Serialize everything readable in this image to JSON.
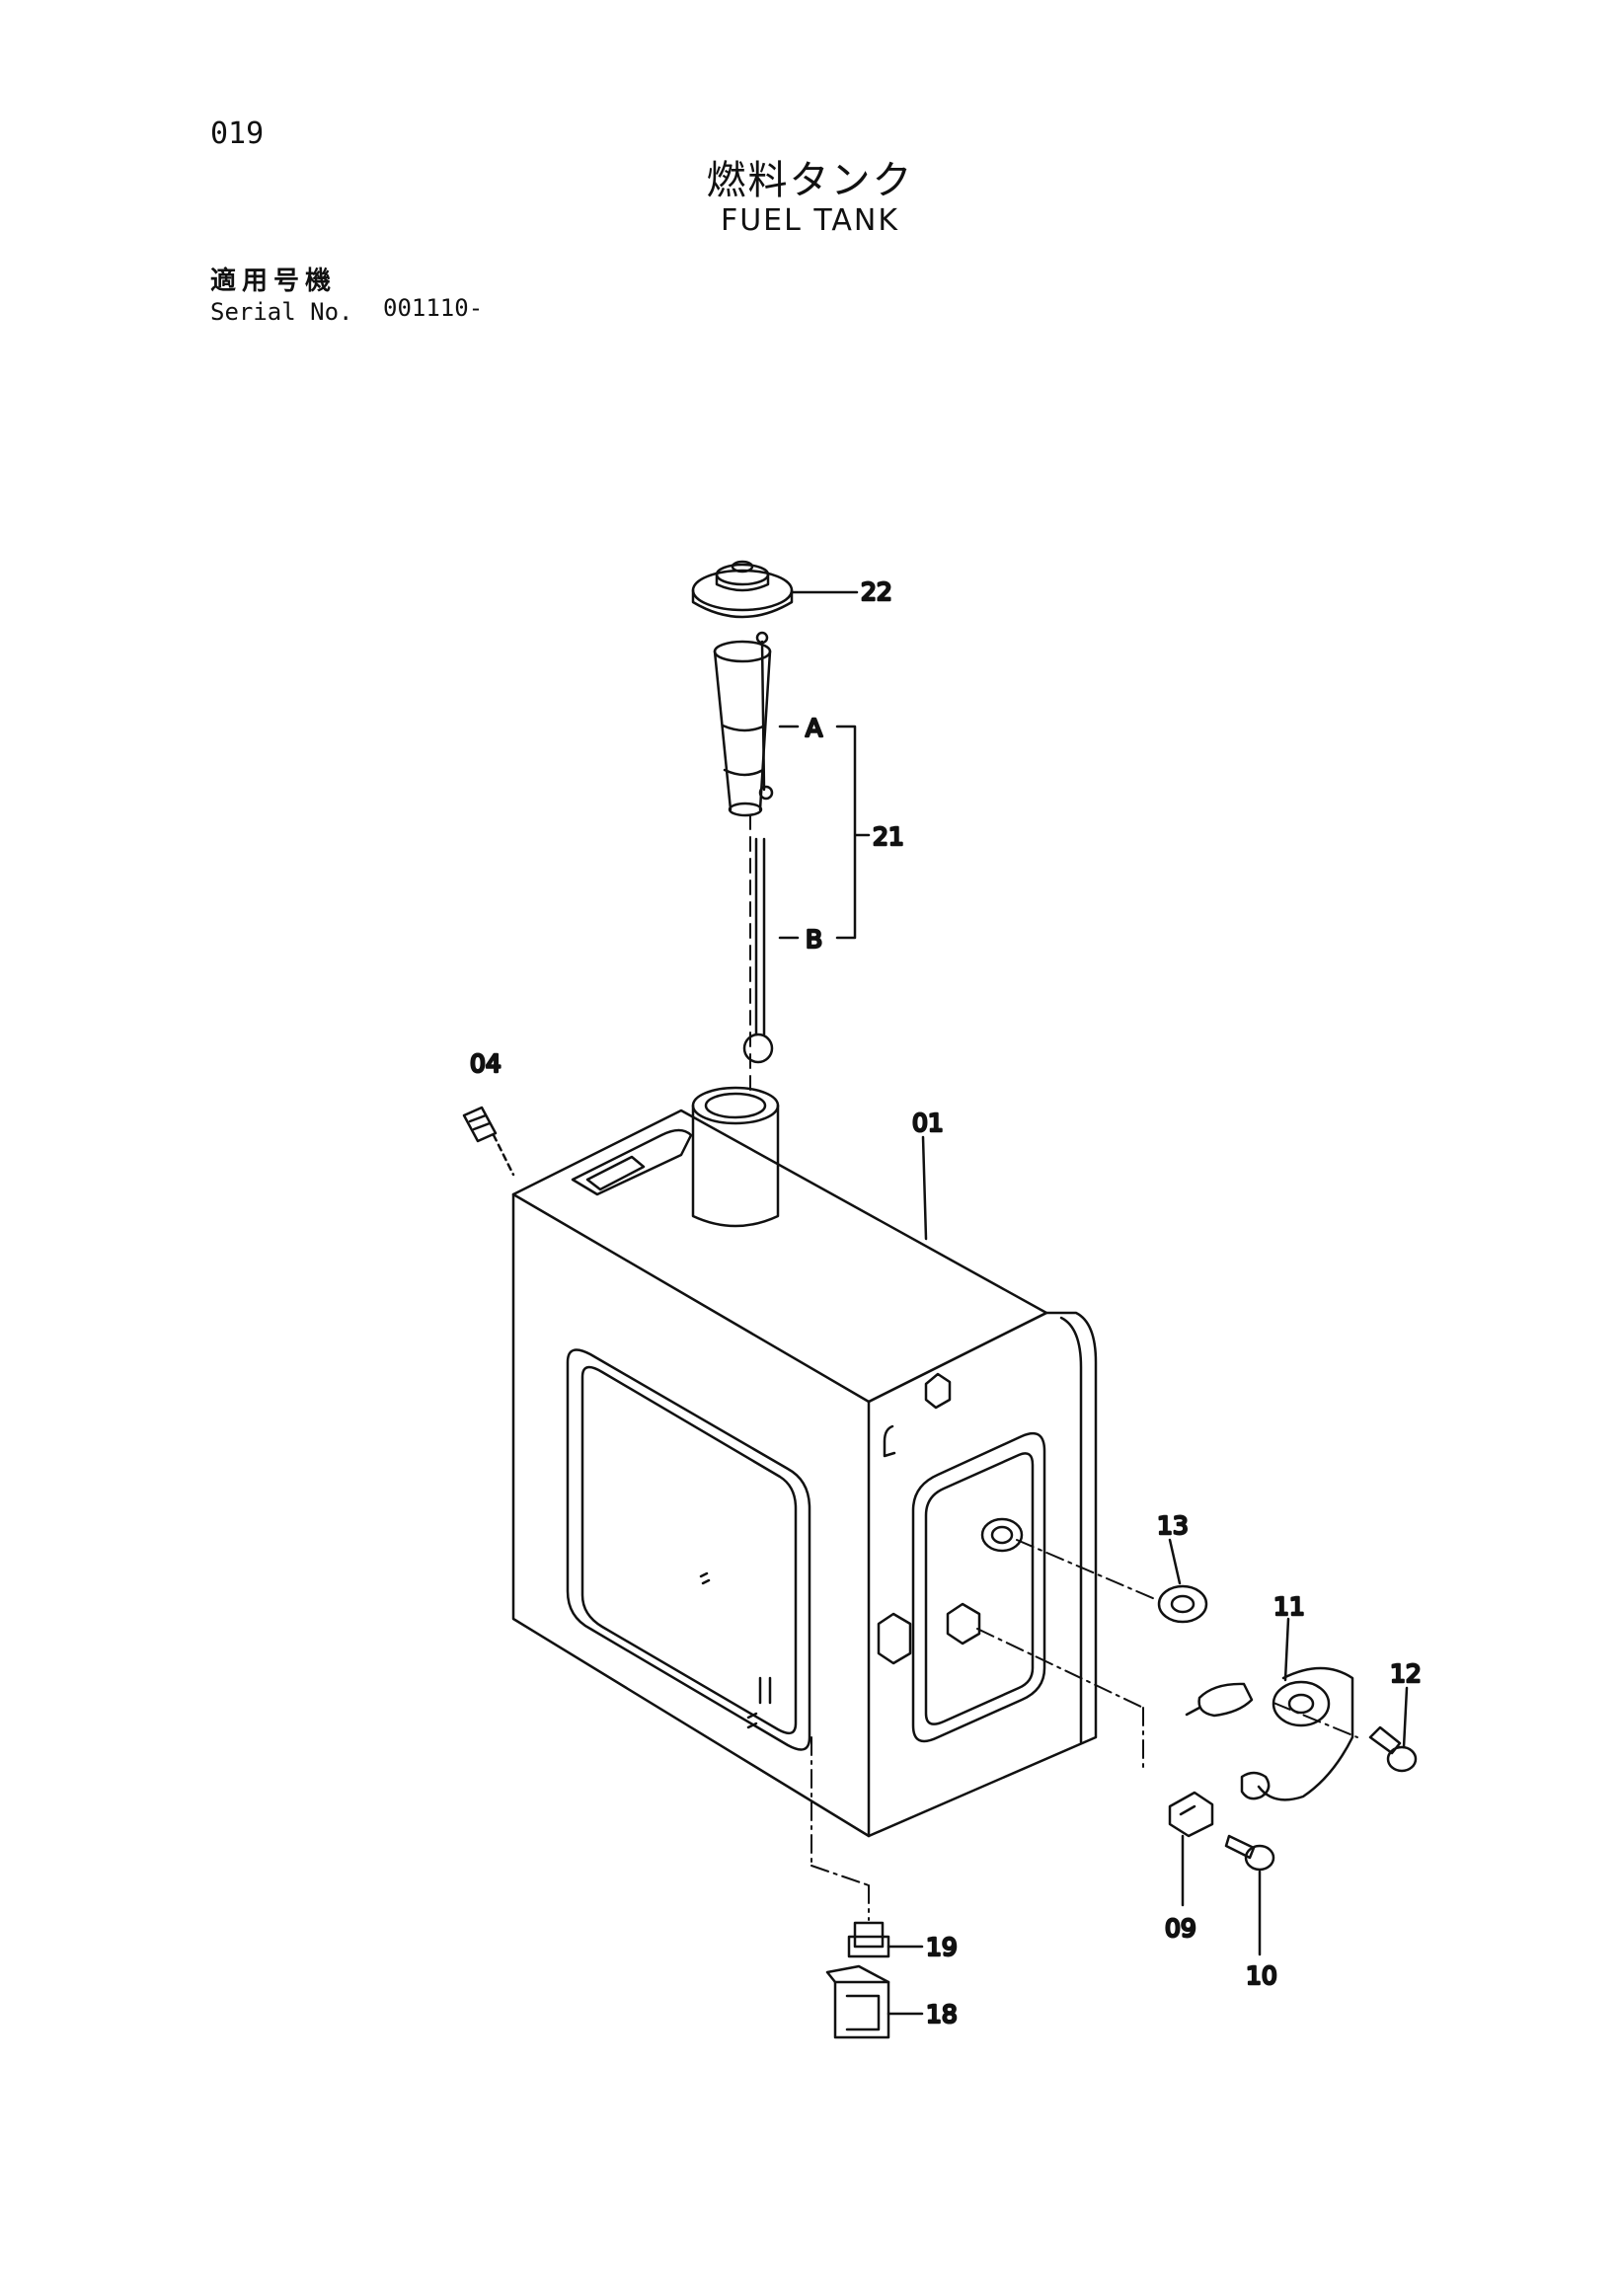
{
  "header": {
    "page_number": "019",
    "title_jp": "燃料タンク",
    "title_en": "FUEL TANK",
    "serial_label_jp": "適用号機",
    "serial_label_en": "Serial No.",
    "serial_value": "001110-"
  },
  "callouts": {
    "c22": "22",
    "cA": "A",
    "c21": "21",
    "cB": "B",
    "c04": "04",
    "c01": "01",
    "c13": "13",
    "c11": "11",
    "c12": "12",
    "c09": "09",
    "c10": "10",
    "c19": "19",
    "c18": "18"
  }
}
